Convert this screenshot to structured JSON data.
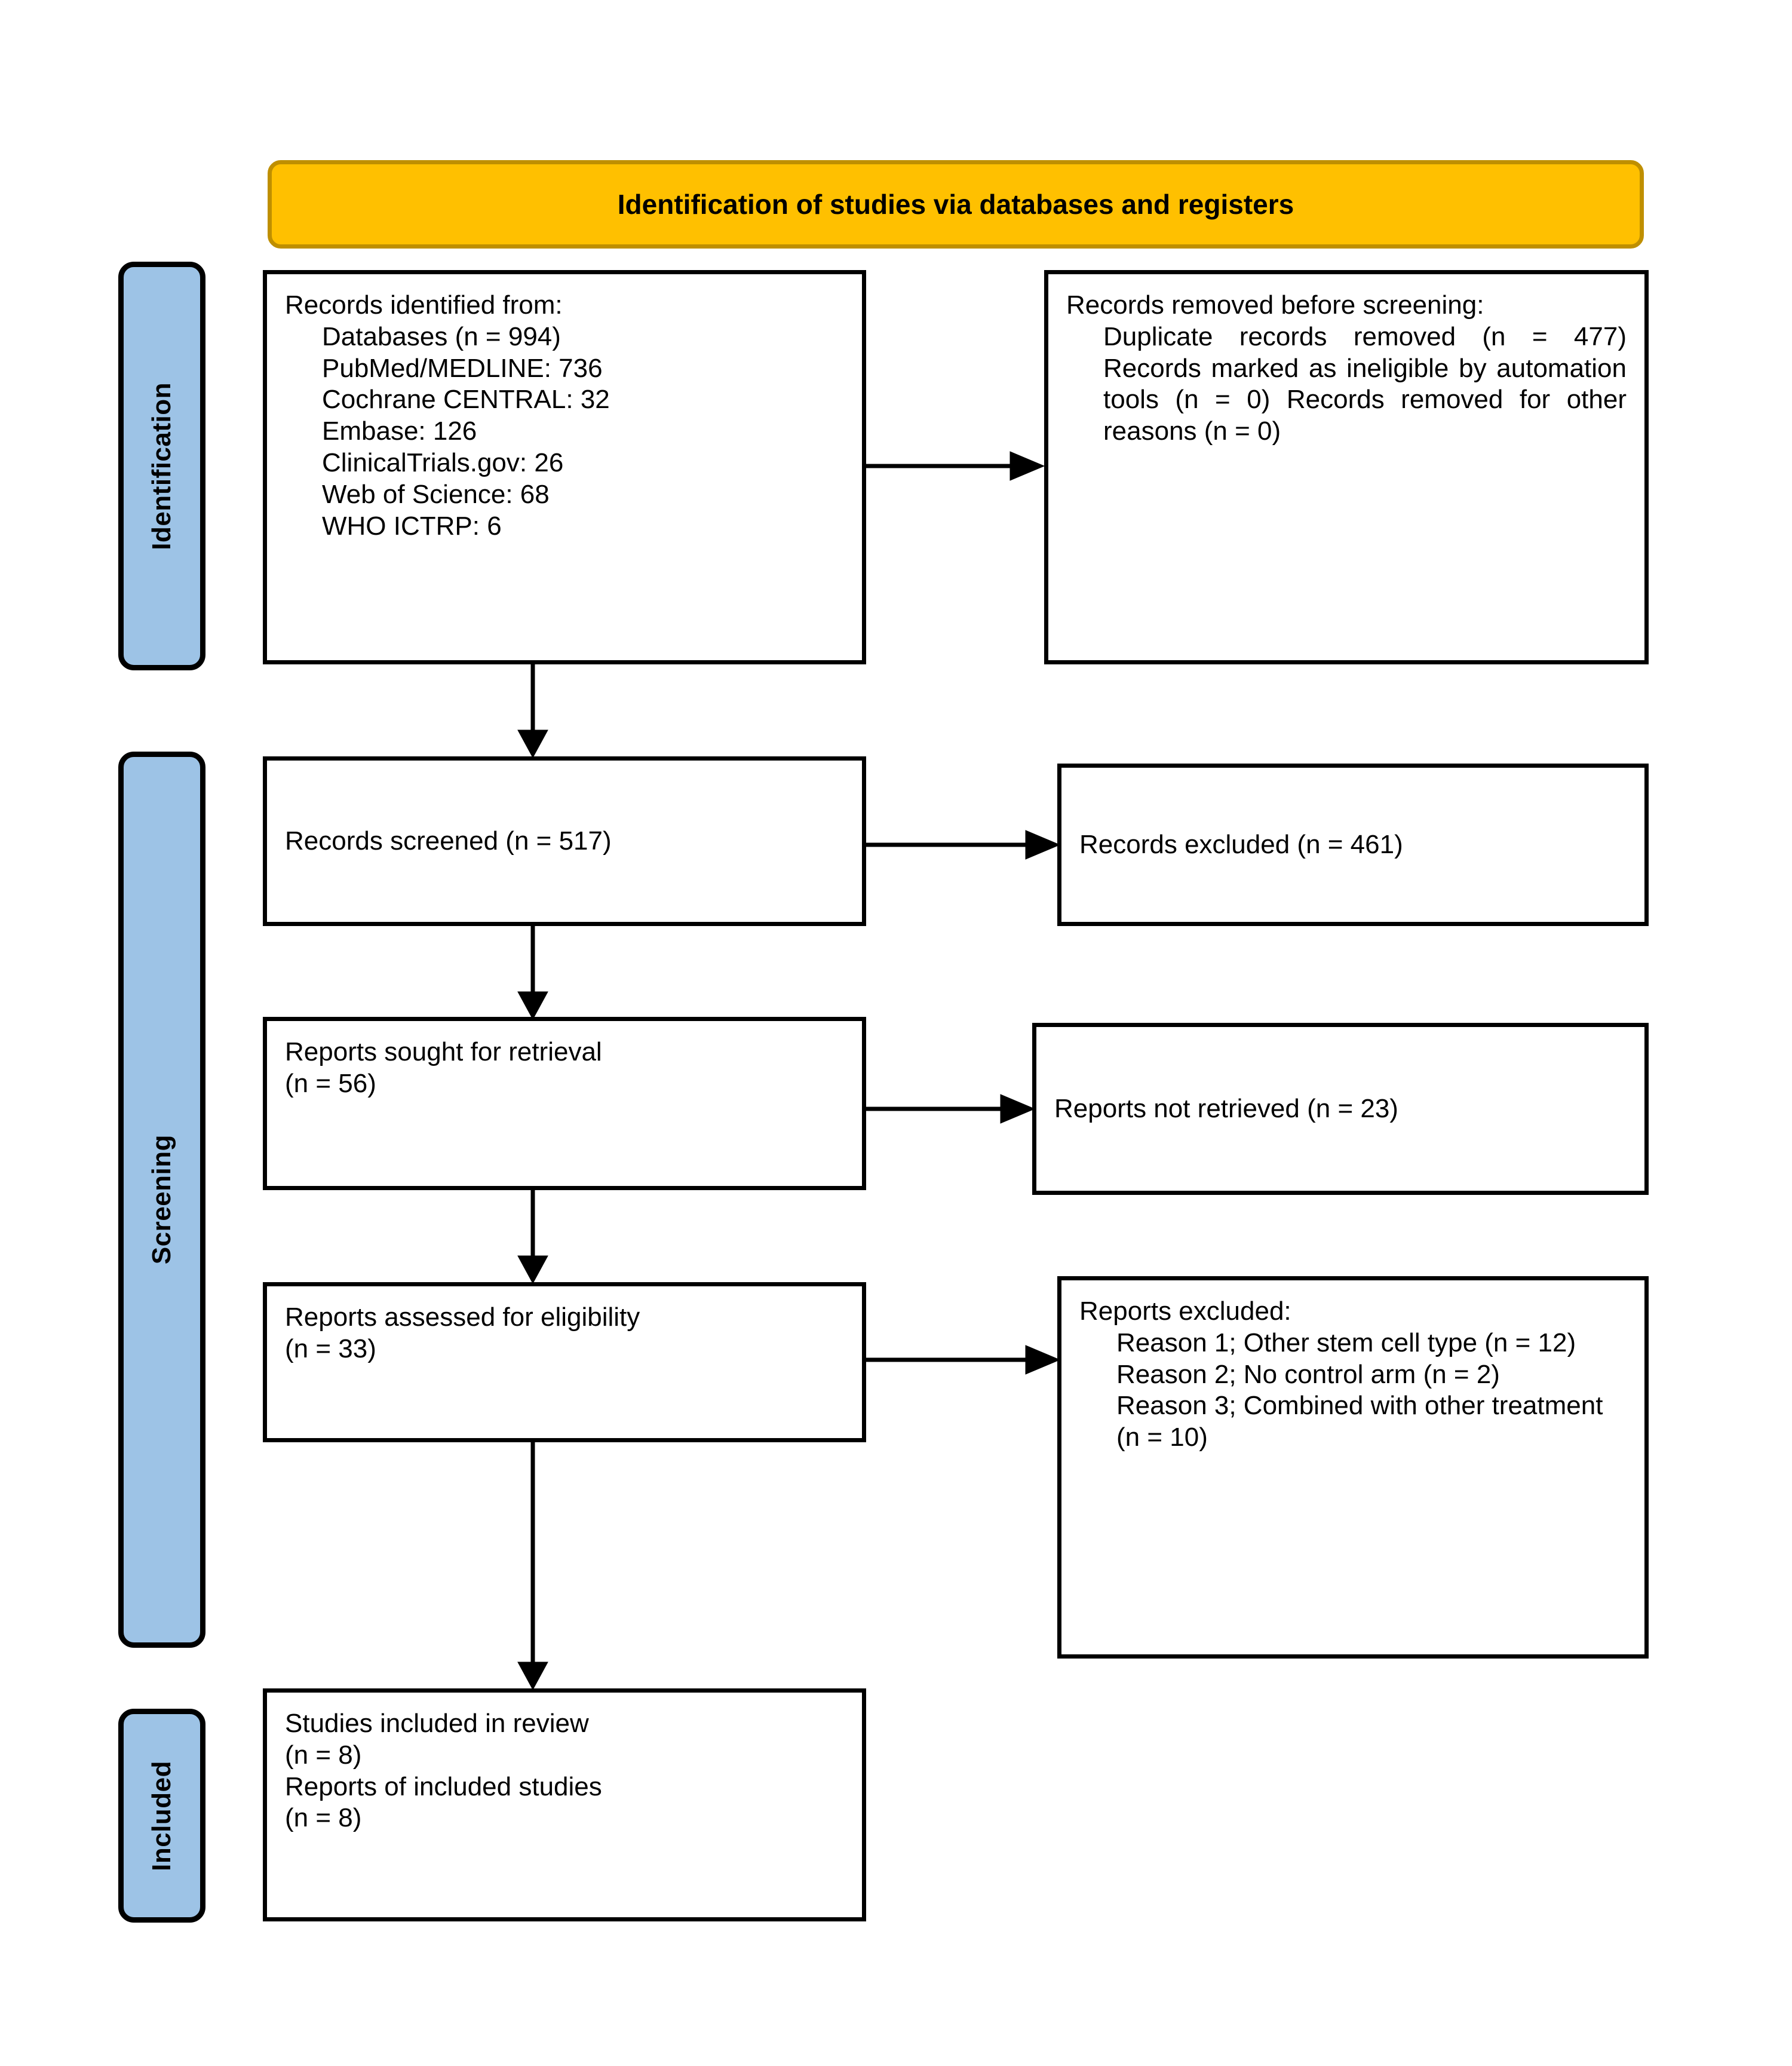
{
  "diagram": {
    "title": "Identification of studies via databases and registers",
    "stages": [
      {
        "key": "identification",
        "label": "Identification"
      },
      {
        "key": "screening",
        "label": "Screening"
      },
      {
        "key": "included",
        "label": "Included"
      }
    ],
    "colors": {
      "banner_fill": "#FFC000",
      "banner_border": "#BF8F00",
      "stage_tab_fill": "#9DC3E6",
      "box_border": "#000000",
      "box_fill": "#FFFFFF",
      "text": "#000000"
    },
    "boxes": {
      "identified": {
        "heading": "Records identified from:",
        "items": [
          "Databases (n = 994)",
          "PubMed/MEDLINE: 736",
          "Cochrane CENTRAL: 32",
          "Embase: 126",
          "ClinicalTrials.gov: 26",
          "Web of Science: 68",
          "WHO ICTRP: 6"
        ],
        "body": "Databases (n = 994)\nPubMed/MEDLINE: 736\nCochrane CENTRAL: 32\nEmbase: 126\nClinicalTrials.gov: 26\nWeb of Science: 68\nWHO ICTRP: 6"
      },
      "removed_before_screening": {
        "heading": "Records removed before screening:",
        "body": "Duplicate records removed (n = 477) Records marked as ineligible by automation tools (n = 0) Records removed for other reasons (n = 0)",
        "details": [
          "Duplicate records removed (n = 477)",
          "Records marked as ineligible by automation tools (n = 0)",
          "Records removed for other reasons (n = 0)"
        ]
      },
      "records_screened": {
        "text": "Records screened (n = 517)",
        "n": 517
      },
      "records_excluded": {
        "text": "Records excluded (n = 461)",
        "n": 461
      },
      "reports_sought": {
        "text": "Reports sought for retrieval\n(n = 56)",
        "n": 56
      },
      "reports_not_retrieved": {
        "text": "Reports not retrieved (n = 23)",
        "n": 23
      },
      "reports_assessed": {
        "text": "Reports assessed for eligibility\n(n = 33)",
        "n": 33
      },
      "reports_excluded": {
        "heading": "Reports excluded:",
        "body": "Reason 1; Other stem cell type (n = 12)\nReason 2; No control arm (n = 2)\nReason 3; Combined with other treatment (n = 10)",
        "reasons": [
          {
            "label": "Reason 1; Other stem cell type",
            "n": 12
          },
          {
            "label": "Reason 2; No control arm",
            "n": 2
          },
          {
            "label": "Reason 3; Combined with other treatment",
            "n": 10
          }
        ]
      },
      "included": {
        "text": "Studies included in review\n(n = 8)\nReports of included studies\n(n = 8)",
        "studies_included_n": 8,
        "reports_of_included_studies_n": 8
      }
    }
  }
}
